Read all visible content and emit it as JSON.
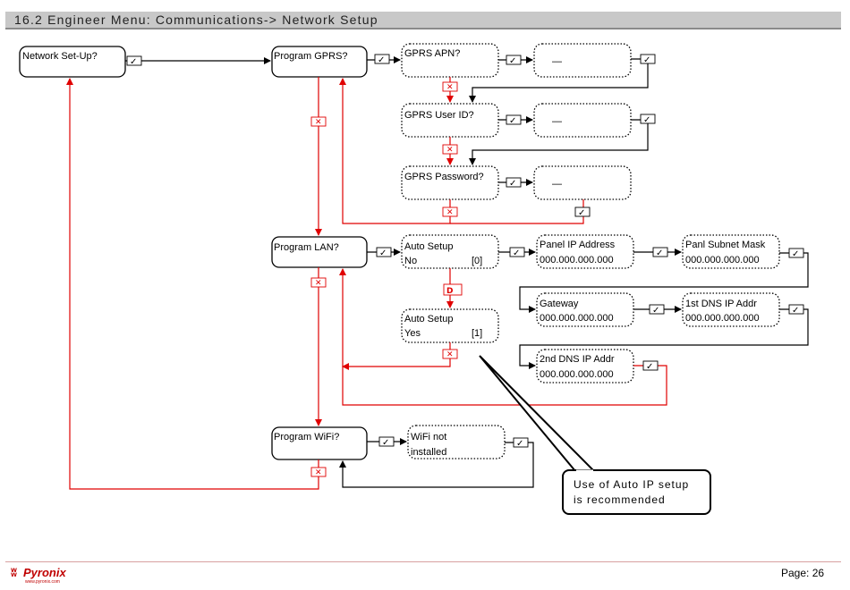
{
  "header": {
    "title": "16.2 Engineer Menu: Communications-> Network Setup"
  },
  "nodes": {
    "network_setup": "Network Set-Up?",
    "program_gprs": "Program GPRS?",
    "gprs_apn": "GPRS APN?",
    "apn_value": "—",
    "gprs_user_id": "GPRS User ID?",
    "user_id_value": "—",
    "gprs_password": "GPRS Password?",
    "password_value": "—",
    "program_lan": "Program LAN?",
    "auto_setup_no_label": "Auto Setup",
    "auto_setup_no_value": "No",
    "auto_setup_no_code": "[0]",
    "auto_setup_yes_label": "Auto Setup",
    "auto_setup_yes_value": "Yes",
    "auto_setup_yes_code": "[1]",
    "panel_ip_label": "Panel IP Address",
    "panel_ip_value": "000.000.000.000",
    "subnet_label": "Panl Subnet Mask",
    "subnet_value": "000.000.000.000",
    "gateway_label": "Gateway",
    "gateway_value": "000.000.000.000",
    "dns1_label": "1st DNS IP Addr",
    "dns1_value": "000.000.000.000",
    "dns2_label": "2nd DNS IP Addr",
    "dns2_value": "000.000.000.000",
    "program_wifi": "Program WiFi?",
    "wifi_line1": "WiFi not",
    "wifi_line2": "installed"
  },
  "keys": {
    "yes": "✓",
    "no": "✕",
    "down": "D"
  },
  "callout": {
    "line1": "Use of Auto IP setup",
    "line2": "is recommended"
  },
  "footer": {
    "brand": "Pyronix",
    "url": "www.pyronix.com",
    "page": "Page: 26"
  },
  "colors": {
    "red_path": "#e00000",
    "black_path": "#000000",
    "header_bg": "#c8c8c8"
  }
}
